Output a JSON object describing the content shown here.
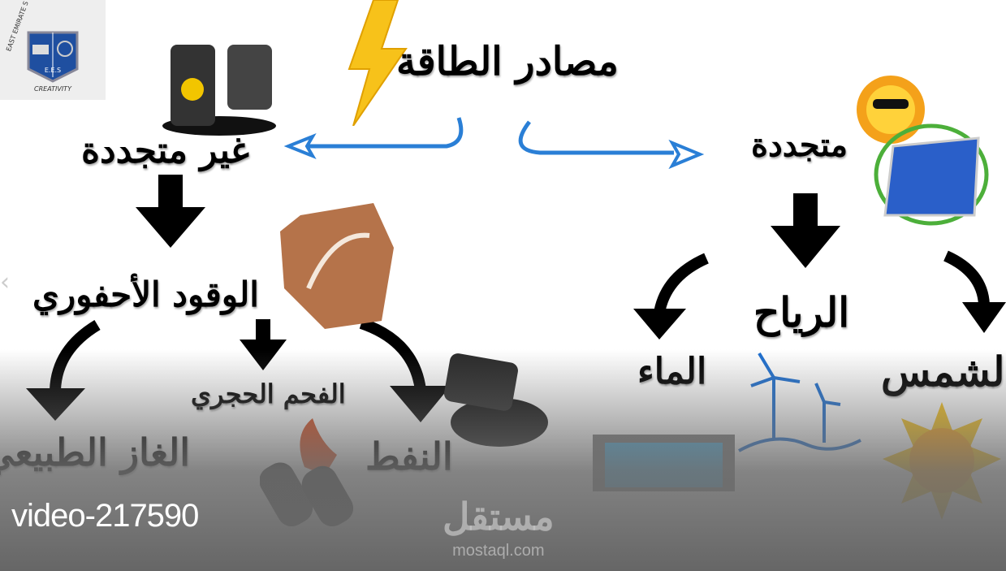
{
  "title": "مصادر الطاقة",
  "logo": {
    "arc_text": "EAST EMIRATE S",
    "initials": "E.E.S",
    "motto": "CREATIVITY"
  },
  "non_renewable": {
    "label": "غير متجددة",
    "fossil_fuel": "الوقود الأحفوري",
    "coal": "الفحم الحجري",
    "oil": "النفط",
    "natural_gas": "الغاز الطبيعي"
  },
  "renewable": {
    "label": "متجددة",
    "wind": "الرياح",
    "water": "الماء",
    "sun": "الشمس"
  },
  "overlay": {
    "video_label": "video-217590",
    "watermark_ar": "مستقل",
    "watermark_en": "mostaql.com",
    "prev_icon": "‹"
  },
  "colors": {
    "arrow_blue": "#2a7fd6",
    "bolt": "#f7c21a",
    "logo_blue": "#1f4fa0"
  }
}
